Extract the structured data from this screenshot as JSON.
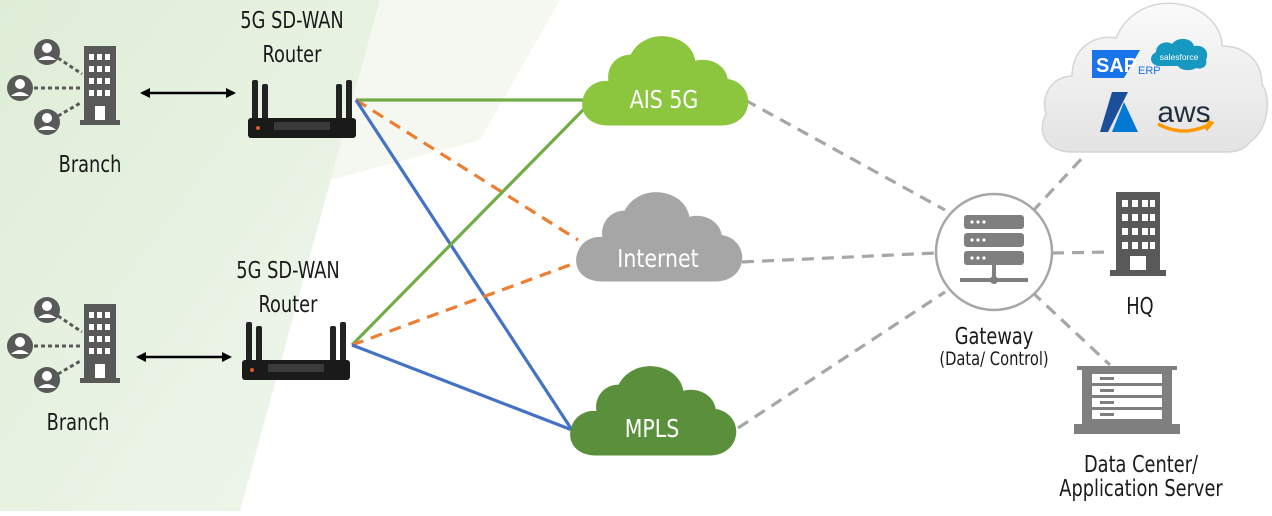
{
  "routers": [
    {
      "label_line1": "5G SD-WAN",
      "label_line2": "Router"
    },
    {
      "label_line1": "5G SD-WAN",
      "label_line2": "Router"
    }
  ],
  "branches": [
    {
      "label": "Branch"
    },
    {
      "label": "Branch"
    }
  ],
  "clouds": {
    "ais5g": {
      "label": "AIS 5G",
      "color": "#8cc63f"
    },
    "internet": {
      "label": "Internet",
      "color": "#a6a6a6"
    },
    "mpls": {
      "label": "MPLS",
      "color": "#5a8f3c"
    }
  },
  "gateway": {
    "label": "Gateway",
    "sublabel": "(Data/ Control)"
  },
  "hq": {
    "label": "HQ"
  },
  "datacenter": {
    "label_line1": "Data Center/",
    "label_line2": "Application Server"
  },
  "saas": {
    "sap": "SAP",
    "erp": "ERP",
    "salesforce": "salesforce",
    "aws": "aws"
  },
  "link_colors": {
    "green": "#70ad47",
    "orange": "#ed7d31",
    "blue": "#4472c4",
    "gray": "#a6a6a6"
  }
}
